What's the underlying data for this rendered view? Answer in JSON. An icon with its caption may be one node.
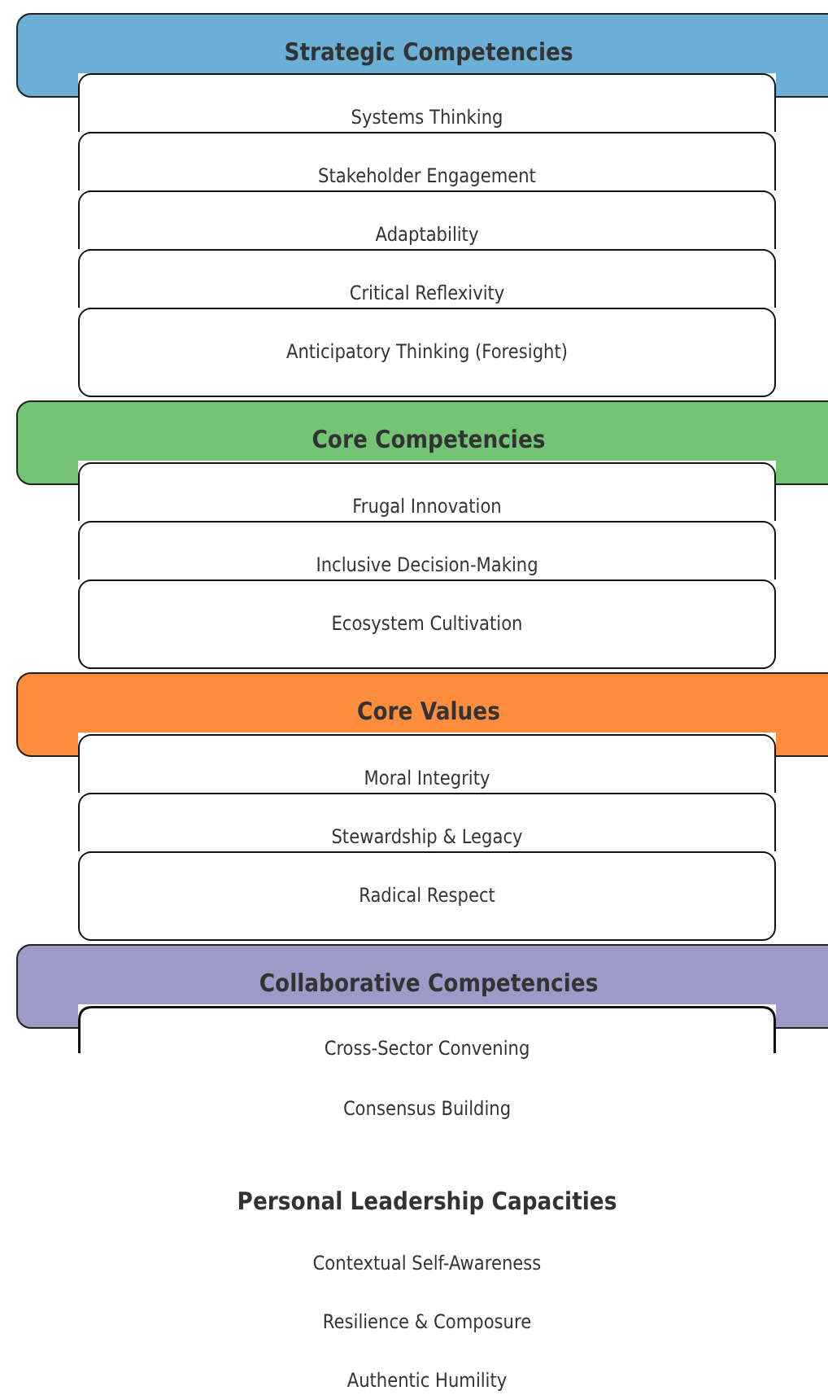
{
  "diagram": {
    "nodes": [
      {
        "text": [
          "Strategic Competencies"
        ]
      },
      {
        "text": [
          "Systems Thinking"
        ]
      },
      {
        "text": [
          "Stakeholder Engagement"
        ]
      },
      {
        "text": [
          "Adaptability"
        ]
      },
      {
        "text": [
          "Critical Reflexivity"
        ]
      },
      {
        "text": [
          "Anticipatory Thinking (Foresight)"
        ]
      },
      {
        "text": [
          "Core Competencies"
        ]
      },
      {
        "text": [
          "Frugal Innovation"
        ]
      },
      {
        "text": [
          "Inclusive Decision-Making"
        ]
      },
      {
        "text": [
          "Ecosystem Cultivation"
        ]
      },
      {
        "text": [
          "Core Values"
        ]
      },
      {
        "text": [
          "Moral Integrity"
        ]
      },
      {
        "text": [
          "Stewardship & Legacy"
        ]
      },
      {
        "text": [
          "Radical Respect"
        ]
      },
      {
        "text": [
          "Collaborative Competencies"
        ]
      },
      {
        "text": [
          "Cross-Sector Convening"
        ]
      }
    ],
    "labels": [
      "Consensus Building",
      "Personal Leadership Capacities",
      "Contextual Self-Awareness",
      "Resilience & Composure",
      "Authentic Humility"
    ]
  }
}
